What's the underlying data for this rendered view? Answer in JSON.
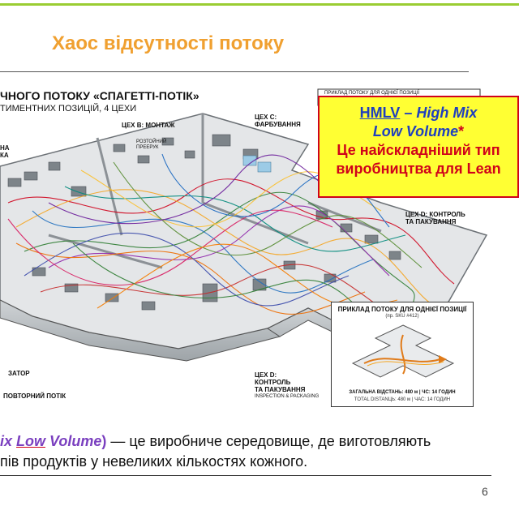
{
  "slide": {
    "title": "Хаос відсутності потоку",
    "page_number": "6"
  },
  "illustration": {
    "heading": "ЧНОГО ПОТОКУ «СПАГЕТТІ-ПОТІК»",
    "subheading": "ТИМЕНТНИХ ПОЗИЦІЙ, 4 ЦЕХИ",
    "zones": {
      "left_a": [
        "НА",
        "КА"
      ],
      "shop_b": "ЦЕХ В: МОНТАЖ",
      "break_label": [
        "РОЗТОЙНИЙ",
        "ПРЕЕРУК"
      ],
      "shop_c": [
        "ЦЕХ С:",
        "ФАРБУВАННЯ"
      ],
      "shop_d_top": [
        "ЦЕХ D: КОНТРОЛЬ",
        "ТА ПАКУВАННЯ"
      ],
      "jam": "ЗАТОР",
      "rework": "ПОВТОРНИЙ ПОТІК",
      "shop_d_bottom": [
        "ЦЕХ D:",
        "КОНТРОЛЬ",
        "ТА ПАКУВАННЯ",
        "INSPECTION & PACKAGING"
      ],
      "top_right_box": "ПРИКЛАД ПОТОКУ ДЛЯ ОДНІЄЇ ПОЗИЦІЇ"
    },
    "inset": {
      "title": "ПРИКЛАД ПОТОКУ ДЛЯ ОДНІЄЇ ПОЗИЦІЇ",
      "subtitle": "(пр. SKU #412)",
      "footer_line1": "ЗАГАЛЬНА ВІДСТАНЬ: 480 м | ЧС: 14 ГОДИН",
      "footer_line2": "TOTAL DISTANЦЬ: 480 м | ЧАС: 14 ГОДИН"
    }
  },
  "callout": {
    "acronym": "HMLV",
    "dash": " – ",
    "high_mix": "High Mix",
    "low_volume": "Low Volume",
    "asterisk": "*",
    "line3": "Це найскладніший тип",
    "line4": "виробництва для Lean"
  },
  "body": {
    "fragment_lead": "ix ",
    "fragment_low": "Low",
    "fragment_volume": " Volume",
    "fragment_paren": ")",
    "line1_rest": " — це виробниче середовище, де виготовляють",
    "line2": "пів продуктів у невеликих кількостях кожного."
  },
  "colors": {
    "title": "#f0a030",
    "top_rule": "#9acd32",
    "callout_bg": "#ffff33",
    "callout_border": "#d0021b",
    "callout_blue": "#1f3fbf",
    "highlight_purple": "#7a3fbf"
  }
}
